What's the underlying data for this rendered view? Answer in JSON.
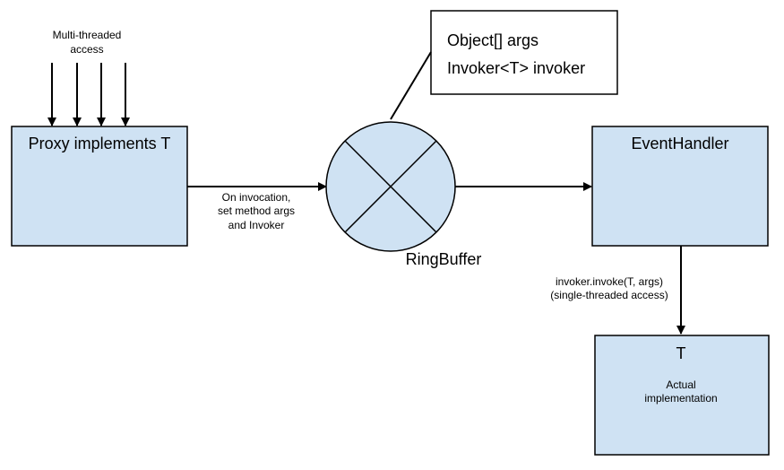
{
  "diagram": {
    "multi_threaded_label": [
      "Multi-threaded",
      "access"
    ],
    "proxy": {
      "title": "Proxy implements T"
    },
    "invocation_label": [
      "On invocation,",
      "set method args",
      "and Invoker"
    ],
    "note": {
      "line1": "Object[] args",
      "line2": "Invoker<T> invoker"
    },
    "ringbuffer": {
      "label": "RingBuffer"
    },
    "event_handler": {
      "title": "EventHandler"
    },
    "invoke_label": [
      "invoker.invoke(T, args)",
      "(single-threaded access)"
    ],
    "target": {
      "title": "T",
      "subtitle": [
        "Actual",
        "implementation"
      ]
    }
  }
}
